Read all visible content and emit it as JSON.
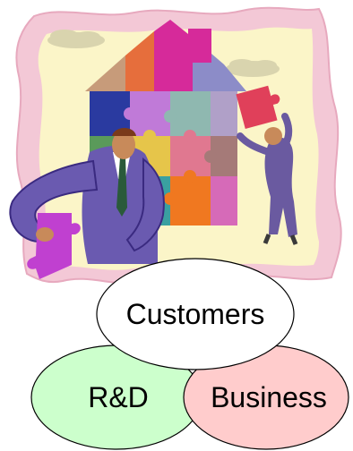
{
  "clipart": {
    "frame_color": "#f3c8d6",
    "background_color": "#fbf5c8",
    "icons": [
      "puzzle-house-icon",
      "businessman-icon",
      "worker-icon",
      "cloud-icon"
    ]
  },
  "venn": {
    "circles": [
      {
        "key": "customers",
        "label": "Customers",
        "fill": "#ffffff"
      },
      {
        "key": "rnd",
        "label": "R&D",
        "fill": "#ccffcc"
      },
      {
        "key": "business",
        "label": "Business",
        "fill": "#ffcccc"
      }
    ]
  }
}
